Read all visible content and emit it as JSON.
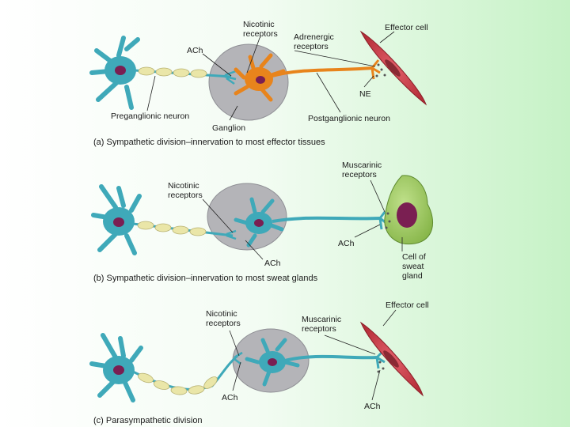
{
  "colors": {
    "neuron_teal": "#3fa9b9",
    "neuron_teal_dark": "#2b8797",
    "neuron_orange": "#e8841c",
    "nucleus": "#7a1f52",
    "myelin": "#eae6a8",
    "ganglion": "#b4b4b8",
    "muscle": "#c63a44",
    "sweat_gland": "#9ec85c",
    "background_right": "#c6f2c6"
  },
  "panel_a": {
    "label_nicotinic": [
      "Nicotinic",
      "receptors"
    ],
    "label_ach": "ACh",
    "label_adrenergic": [
      "Adrenergic",
      "receptors"
    ],
    "label_effector": "Effector cell",
    "label_preganglionic": "Preganglionic neuron",
    "label_ganglion": "Ganglion",
    "label_postganglionic": "Postganglionic neuron",
    "label_ne": "NE",
    "caption": "(a) Sympathetic division–innervation to most effector tissues"
  },
  "panel_b": {
    "label_nicotinic": [
      "Nicotinic",
      "receptors"
    ],
    "label_muscarinic": [
      "Muscarinic",
      "receptors"
    ],
    "label_ach_right": "ACh",
    "label_ach_ganglion": "ACh",
    "label_gland": [
      "Cell of",
      "sweat",
      "gland"
    ],
    "caption": "(b) Sympathetic division–innervation to most sweat glands"
  },
  "panel_c": {
    "label_nicotinic": [
      "Nicotinic",
      "receptors"
    ],
    "label_muscarinic": [
      "Muscarinic",
      "receptors"
    ],
    "label_effector": "Effector cell",
    "label_ach_ganglion": "ACh",
    "label_ach_right": "ACh",
    "caption": "(c) Parasympathetic division"
  }
}
